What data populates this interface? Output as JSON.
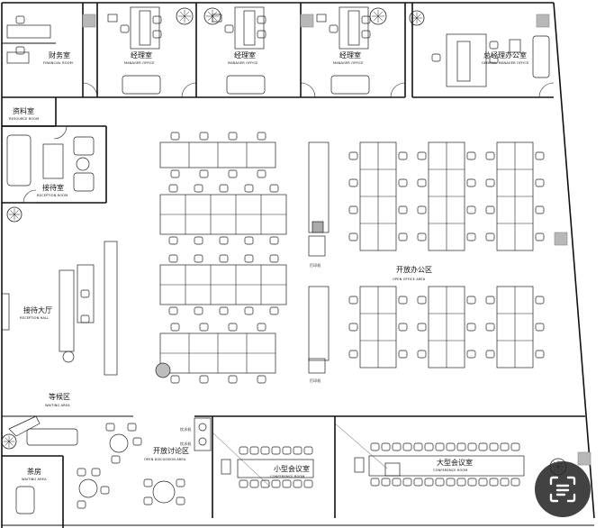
{
  "plan": {
    "title": "",
    "rooms": {
      "finance": {
        "cn": "财务室",
        "en": "FINANCIAL ROOM"
      },
      "manager1": {
        "cn": "经理室",
        "en": "MANAGER OFFICE"
      },
      "manager2": {
        "cn": "经理室",
        "en": "MANAGER OFFICE"
      },
      "manager3": {
        "cn": "经理室",
        "en": "MANAGER OFFICE"
      },
      "gm": {
        "cn": "总经理办公室",
        "en": "GENERAL MANAGER OFFICE"
      },
      "archive": {
        "cn": "资料室",
        "en": "RESOURCE ROOM"
      },
      "reception_room": {
        "cn": "接待室",
        "en": "RECEPTION ROOM"
      },
      "reception_hall": {
        "cn": "接待大厅",
        "en": "RECEPTION HALL"
      },
      "open_office": {
        "cn": "开放办公区",
        "en": "OPEN OFFICE AREA"
      },
      "waiting": {
        "cn": "等候区",
        "en": "WAITING AREA"
      },
      "tea": {
        "cn": "茶房",
        "en": "WAITING AREA"
      },
      "discussion": {
        "cn": "开放讨论区",
        "en": "OPEN DISCUSSION AREA"
      },
      "small_conf": {
        "cn": "小型会议室",
        "en": "CONFERENCE ROOM"
      },
      "large_conf": {
        "cn": "大型会议室",
        "en": "CONFERENCE ROOM"
      },
      "printer1": {
        "cn": "打印机",
        "en": ""
      },
      "printer2": {
        "cn": "打印机",
        "en": ""
      },
      "water1": {
        "cn": "饮水机",
        "en": ""
      },
      "water2": {
        "cn": "饮水机",
        "en": ""
      }
    },
    "wall_color": "#111111",
    "column_color": "#b8b8b8",
    "floor_color": "#ffffff"
  },
  "overlay": {
    "scan_button_icon": "scan-text-icon"
  }
}
